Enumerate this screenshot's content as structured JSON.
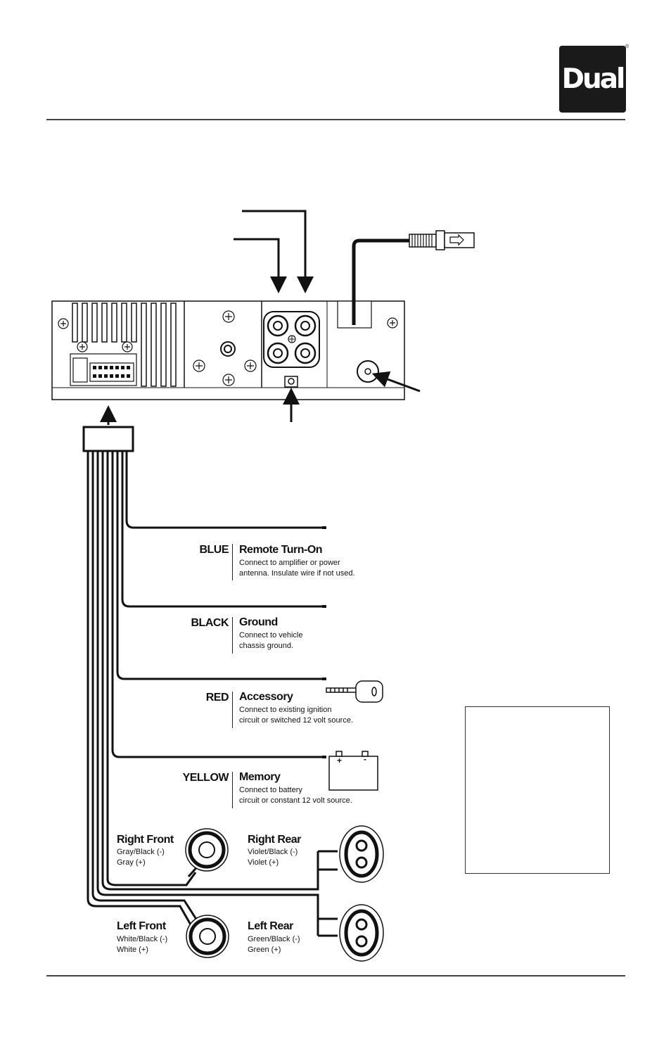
{
  "brand": {
    "logo_text": "Dual",
    "registered_mark": "®"
  },
  "wires": [
    {
      "color_name": "BLUE",
      "title": "Remote Turn-On",
      "desc_line1": "Connect to amplifier or power",
      "desc_line2": "antenna. Insulate wire if not used."
    },
    {
      "color_name": "BLACK",
      "title": "Ground",
      "desc_line1": "Connect to vehicle",
      "desc_line2": "chassis ground."
    },
    {
      "color_name": "RED",
      "title": "Accessory",
      "desc_line1": "Connect to existing ignition",
      "desc_line2": "circuit or switched 12 volt source."
    },
    {
      "color_name": "YELLOW",
      "title": "Memory",
      "desc_line1": "Connect to battery",
      "desc_line2": "circuit or constant 12 volt source."
    }
  ],
  "speakers": [
    {
      "title": "Right Front",
      "neg": "Gray/Black (-)",
      "pos": "Gray (+)"
    },
    {
      "title": "Right Rear",
      "neg": "Violet/Black (-)",
      "pos": "Violet (+)"
    },
    {
      "title": "Left Front",
      "neg": "White/Black (-)",
      "pos": "White (+)"
    },
    {
      "title": "Left Rear",
      "neg": "Green/Black (-)",
      "pos": "Green (+)"
    }
  ],
  "battery": {
    "plus": "+",
    "minus": "-"
  }
}
